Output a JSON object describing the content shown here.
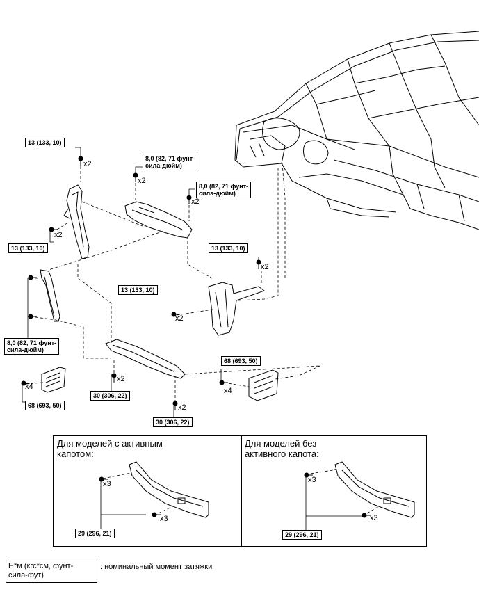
{
  "labels": {
    "torque_13_a": "13 (133, 10)",
    "torque_13_b": "13 (133, 10)",
    "torque_13_c": "13 (133, 10)",
    "torque_13_d": "13 (133, 10)",
    "torque_8_a_1": "8,0 (82, 71 фунт-",
    "torque_8_a_2": "сила-дюйм)",
    "torque_8_b_1": "8,0 (82, 71 фунт-",
    "torque_8_b_2": "сила-дюйм)",
    "torque_8_c_1": "8,0 (82, 71 фунт-",
    "torque_8_c_2": "сила-дюйм)",
    "torque_68_a": "68 (693, 50)",
    "torque_68_b": "68 (693, 50)",
    "torque_30_a": "30 (306, 22)",
    "torque_30_b": "30 (306, 22)",
    "torque_29_a": "29 (296, 21)",
    "torque_29_b": "29 (296, 21)"
  },
  "quantities": {
    "x2": "x2",
    "x3": "x3",
    "x4": "x4"
  },
  "panels": {
    "active_hood_title": "Для моделей с активным\nкапотом:",
    "no_active_hood_title": "Для моделей без\nактивного капота:"
  },
  "legend": {
    "unit": "Н*м (кгс*см, фунт-\nсила-фут)",
    "description": ": номинальный момент затяжки"
  }
}
